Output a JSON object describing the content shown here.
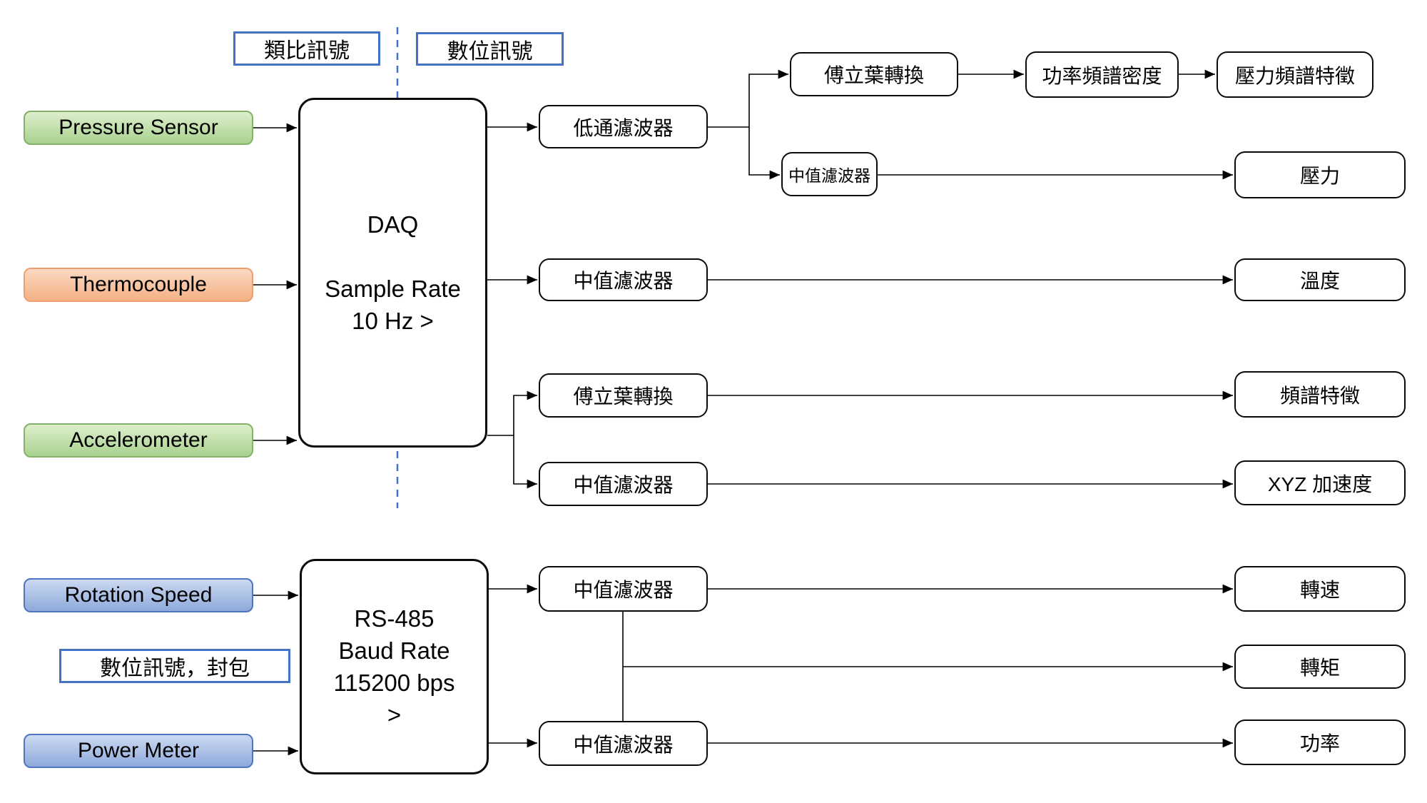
{
  "diagram": {
    "signal_labels": {
      "analog": "類比訊號",
      "digital": "數位訊號",
      "digital_packet": "數位訊號，封包"
    },
    "sensors": {
      "pressure": "Pressure Sensor",
      "thermocouple": "Thermocouple",
      "accelerometer": "Accelerometer",
      "rotation_speed": "Rotation Speed",
      "power_meter": "Power Meter"
    },
    "daq": {
      "title": "DAQ",
      "line2": "Sample Rate",
      "line3": "10 Hz >"
    },
    "rs485": {
      "line1": "RS-485",
      "line2": "Baud Rate",
      "line3": "115200 bps",
      "line4": ">"
    },
    "process": {
      "lowpass": "低通濾波器",
      "median_pressure": "中值濾波器",
      "fourier_pressure": "傅立葉轉換",
      "psd": "功率頻譜密度",
      "median_temp": "中值濾波器",
      "fourier_accel": "傅立葉轉換",
      "median_accel": "中值濾波器",
      "median_speed": "中值濾波器",
      "median_power": "中值濾波器"
    },
    "outputs": {
      "pressure_spectral": "壓力頻譜特徵",
      "pressure": "壓力",
      "temperature": "溫度",
      "spectral": "頻譜特徵",
      "xyz_accel": "XYZ 加速度",
      "speed": "轉速",
      "torque": "轉矩",
      "power": "功率"
    },
    "colors": {
      "green_fill_top": "#dcefcd",
      "green_fill_bottom": "#a9d18e",
      "green_border": "#84b266",
      "orange_fill_top": "#fcd9c4",
      "orange_fill_bottom": "#f4b183",
      "orange_border": "#ef9e6d",
      "blue_fill_top": "#ccd9f1",
      "blue_fill_bottom": "#8eaadb",
      "blue_border": "#4f74c0",
      "label_border": "#4472c4",
      "divider_dashed": "#4472c4",
      "connector": "#000000"
    }
  }
}
